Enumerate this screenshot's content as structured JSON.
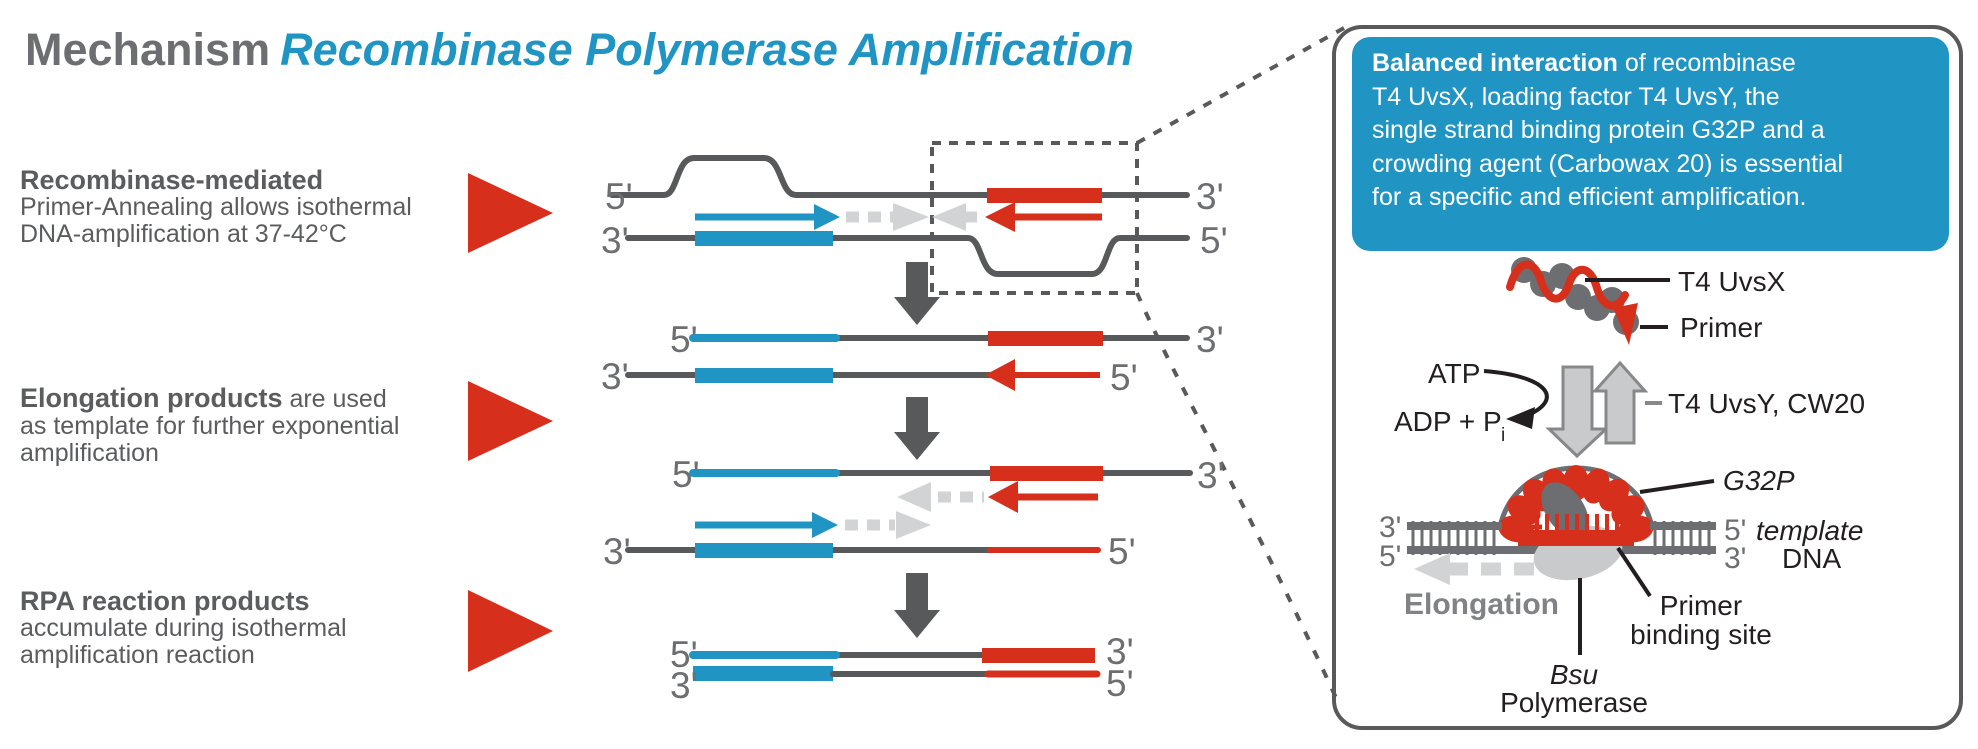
{
  "title": {
    "word1": "Mechanism",
    "word2": "Recombinase Polymerase Amplification"
  },
  "steps": [
    {
      "heading": "Recombinase-mediated",
      "body": "Primer-Annealing allows isothermal\nDNA-amplification at 37-42°C"
    },
    {
      "heading": "Elongation products",
      "body": " are used\nas template for further exponential\namplification"
    },
    {
      "heading": "RPA reaction products",
      "body": "accumulate during isothermal\namplification reaction"
    }
  ],
  "strand_labels": {
    "five": "5'",
    "three": "3'"
  },
  "panel": {
    "note": {
      "bold": "Balanced interaction",
      "rest": " of recombinase\nT4 UvsX, loading factor T4 UvsY, the\nsingle strand binding protein G32P and a\ncrowding agent (Carbowax 20) is essential\nfor a specific and efficient amplification."
    },
    "labels": {
      "uvsx": "T4 UvsX",
      "primer": "Primer",
      "atp": "ATP",
      "adp": "ADP + P",
      "adp_sub": "i",
      "uvsy": "T4 UvsY, CW20",
      "g32p": "G32P",
      "elongation": "Elongation",
      "template_word": "template",
      "dna_word": "DNA",
      "pbs_line1": "Primer",
      "pbs_line2": "binding site",
      "bsu": "Bsu",
      "polymerase": "Polymerase"
    }
  },
  "colors": {
    "accent_blue": "#2095c3",
    "accent_red": "#d6301d",
    "dark_gray": "#58595b",
    "mid_gray": "#6d6e71",
    "light_gray": "#d2d3d4"
  }
}
